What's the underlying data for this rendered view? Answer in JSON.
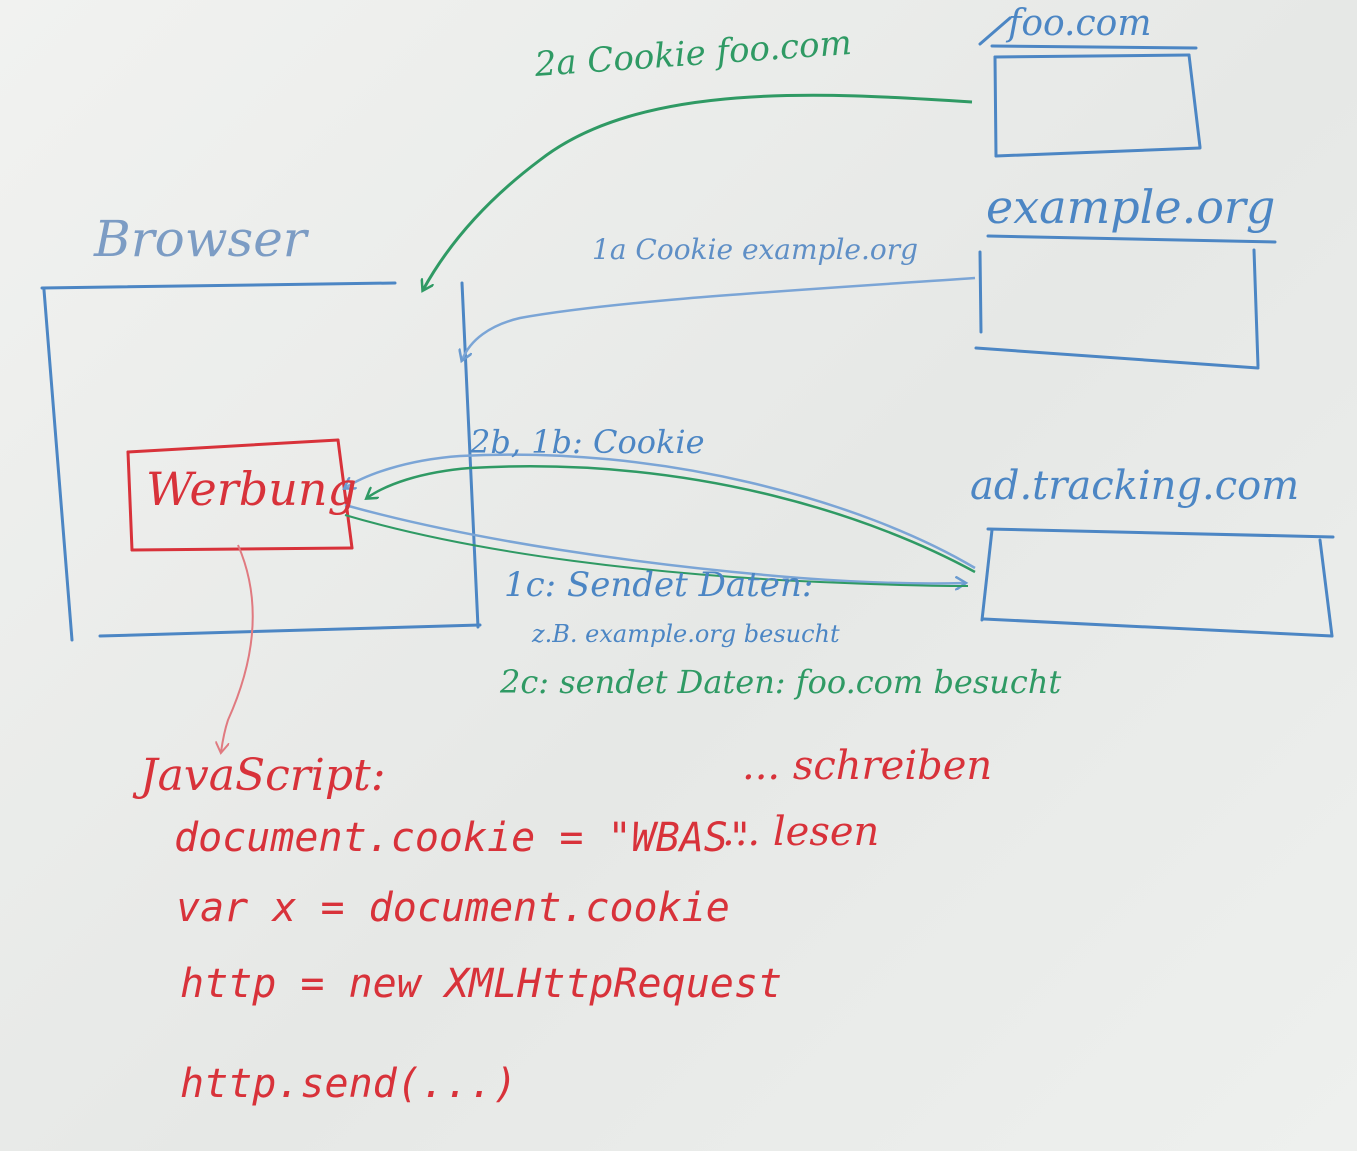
{
  "nodes": {
    "browser": {
      "label": "Browser"
    },
    "foo": {
      "label": "foo.com"
    },
    "example": {
      "label": "example.org"
    },
    "tracking": {
      "label": "ad.tracking.com"
    },
    "werbung": {
      "label": "Werbung"
    }
  },
  "edges": {
    "e2a": {
      "label": "2a Cookie foo.com"
    },
    "e1a": {
      "label": "1a Cookie example.org"
    },
    "e2b1b": {
      "label": "2b, 1b: Cookie"
    },
    "e1c": {
      "label": "1c: Sendet Daten:",
      "sublabel": "z.B. example.org besucht"
    },
    "e2c": {
      "label": "2c: sendet Daten: foo.com besucht"
    }
  },
  "javascript": {
    "heading": "JavaScript:",
    "lines": [
      {
        "code": "document.cookie = \"WBAS\"",
        "note": "... schreiben"
      },
      {
        "code": "var x = document.cookie",
        "note": "... lesen"
      },
      {
        "code": "http = new XMLHttpRequest",
        "note": ""
      },
      {
        "code": "http.send(...)",
        "note": ""
      }
    ]
  },
  "colors": {
    "blue": "#4c86c4",
    "green": "#2f9a64",
    "red": "#d8323a",
    "board": "#eceeec"
  }
}
